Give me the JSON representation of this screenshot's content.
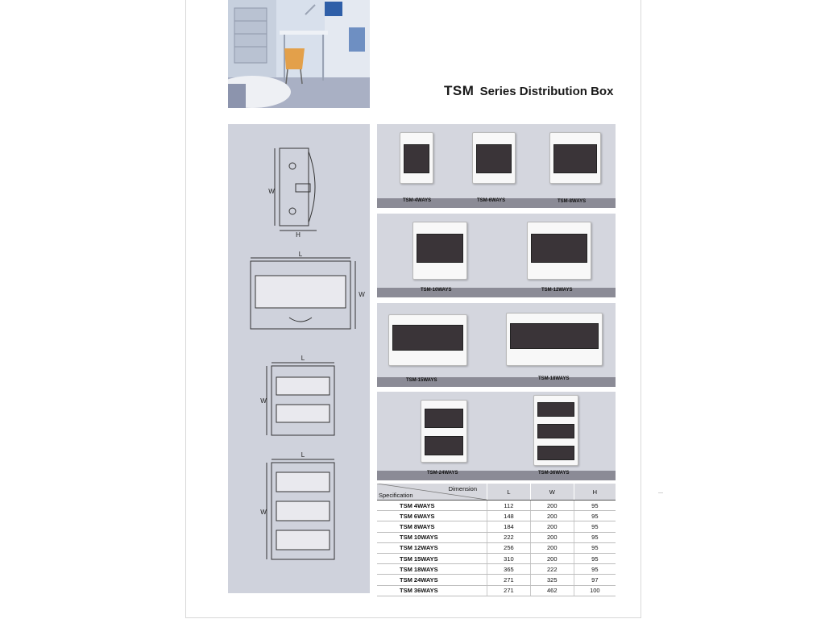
{
  "title": {
    "brand": "TSM",
    "rest": "Series Distribution Box"
  },
  "drawings": {
    "w_label": "W",
    "h_label": "H",
    "l_label": "L"
  },
  "products": [
    {
      "caption": "TSM-4WAYS"
    },
    {
      "caption": "TSM-6WAYS"
    },
    {
      "caption": "TSM-8WAYS"
    },
    {
      "caption": "TSM-10WAYS"
    },
    {
      "caption": "TSM-12WAYS"
    },
    {
      "caption": "TSM-15WAYS"
    },
    {
      "caption": "TSM-18WAYS"
    },
    {
      "caption": "TSM-24WAYS"
    },
    {
      "caption": "TSM-36WAYS"
    }
  ],
  "table": {
    "header_dimension": "Dimension",
    "header_specification": "Specification",
    "columns": [
      "L",
      "W",
      "H"
    ],
    "rows": [
      {
        "spec": "TSM  4WAYS",
        "L": "112",
        "W": "200",
        "H": "95"
      },
      {
        "spec": "TSM  6WAYS",
        "L": "148",
        "W": "200",
        "H": "95"
      },
      {
        "spec": "TSM  8WAYS",
        "L": "184",
        "W": "200",
        "H": "95"
      },
      {
        "spec": "TSM  10WAYS",
        "L": "222",
        "W": "200",
        "H": "95"
      },
      {
        "spec": "TSM  12WAYS",
        "L": "256",
        "W": "200",
        "H": "95"
      },
      {
        "spec": "TSM  15WAYS",
        "L": "310",
        "W": "200",
        "H": "95"
      },
      {
        "spec": "TSM  18WAYS",
        "L": "365",
        "W": "222",
        "H": "95"
      },
      {
        "spec": "TSM  24WAYS",
        "L": "271",
        "W": "325",
        "H": "97"
      },
      {
        "spec": "TSM  36WAYS",
        "L": "271",
        "W": "462",
        "H": "100"
      }
    ]
  },
  "colors": {
    "panel_bg": "#d4d6de",
    "caption_bar": "#8b8b96",
    "window_dark": "#3a3438"
  }
}
